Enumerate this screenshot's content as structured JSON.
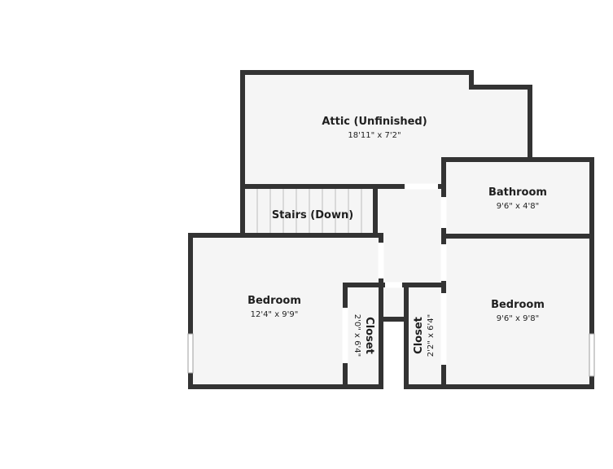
{
  "rooms": {
    "attic": {
      "name": "Attic (Unfinished)",
      "dims": "18'11\" x 7'2\""
    },
    "stairs": {
      "name": "Stairs (Down)"
    },
    "bathroom": {
      "name": "Bathroom",
      "dims": "9'6\" x 4'8\""
    },
    "bedroom_left": {
      "name": "Bedroom",
      "dims": "12'4\" x 9'9\""
    },
    "closet_left": {
      "name": "Closet",
      "dims": "2'0\" x 6'4\""
    },
    "closet_right": {
      "name": "Closet",
      "dims": "2'2\" x 6'4\""
    },
    "bedroom_right": {
      "name": "Bedroom",
      "dims": "9'6\" x 9'8\""
    }
  }
}
